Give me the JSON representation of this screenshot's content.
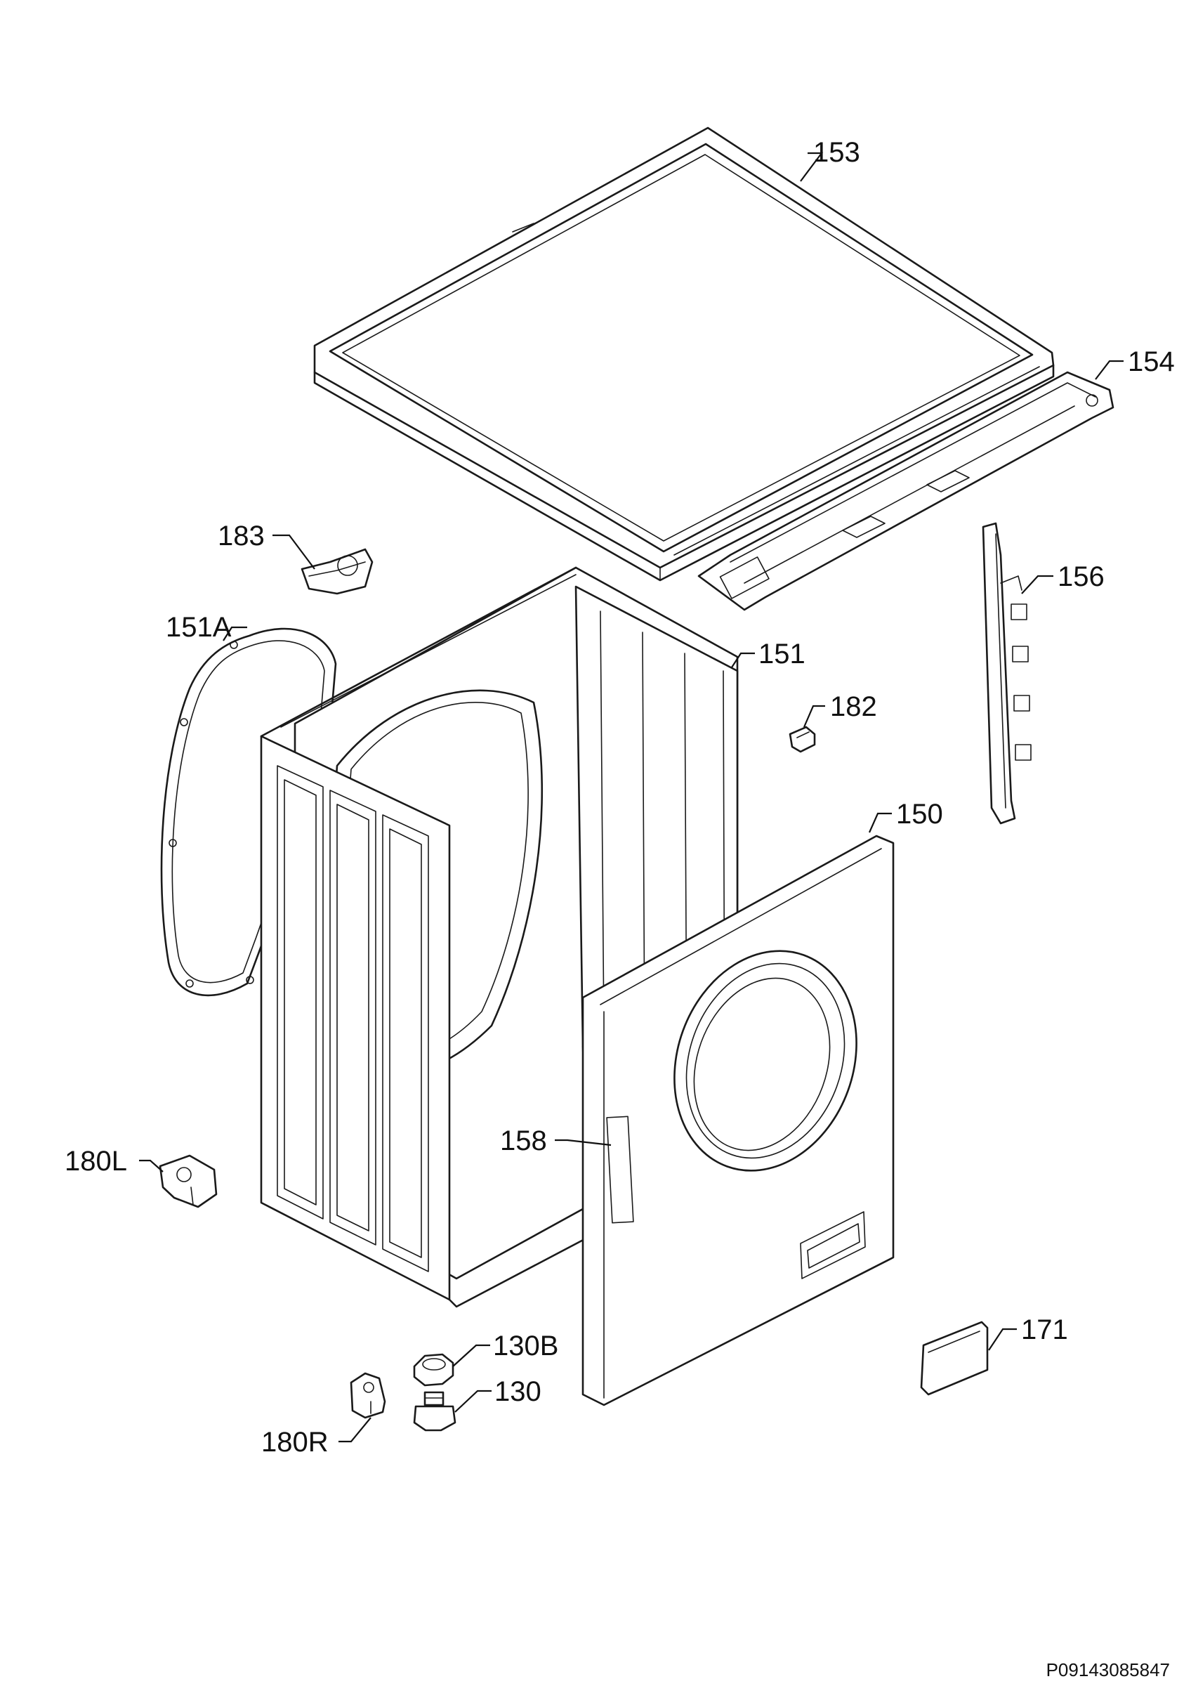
{
  "diagram": {
    "reference_code": "P09143085847",
    "parts": [
      {
        "id": "153",
        "label": "153"
      },
      {
        "id": "154",
        "label": "154"
      },
      {
        "id": "183",
        "label": "183"
      },
      {
        "id": "156",
        "label": "156"
      },
      {
        "id": "151A",
        "label": "151A"
      },
      {
        "id": "151",
        "label": "151"
      },
      {
        "id": "182",
        "label": "182"
      },
      {
        "id": "150",
        "label": "150"
      },
      {
        "id": "158",
        "label": "158"
      },
      {
        "id": "180L",
        "label": "180L"
      },
      {
        "id": "171",
        "label": "171"
      },
      {
        "id": "130B",
        "label": "130B"
      },
      {
        "id": "130",
        "label": "130"
      },
      {
        "id": "180R",
        "label": "180R"
      }
    ]
  }
}
